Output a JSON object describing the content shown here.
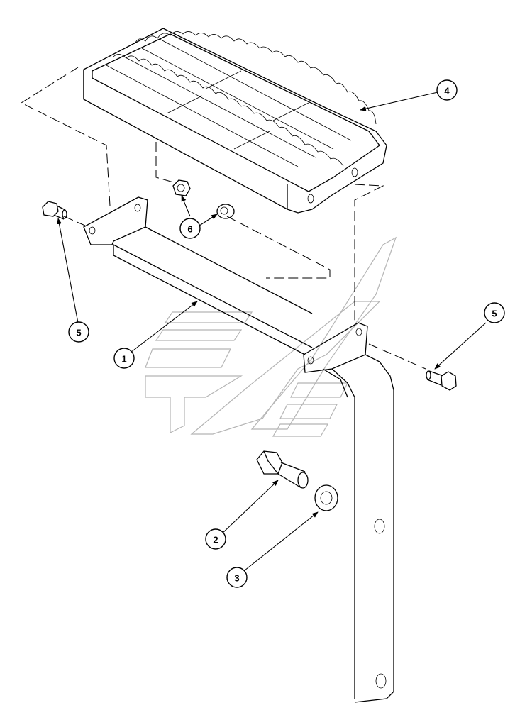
{
  "callouts": [
    {
      "id": "1",
      "label": "1"
    },
    {
      "id": "2",
      "label": "2"
    },
    {
      "id": "3",
      "label": "3"
    },
    {
      "id": "4",
      "label": "4"
    },
    {
      "id": "5a",
      "label": "5"
    },
    {
      "id": "5b",
      "label": "5"
    },
    {
      "id": "6",
      "label": "6"
    }
  ]
}
